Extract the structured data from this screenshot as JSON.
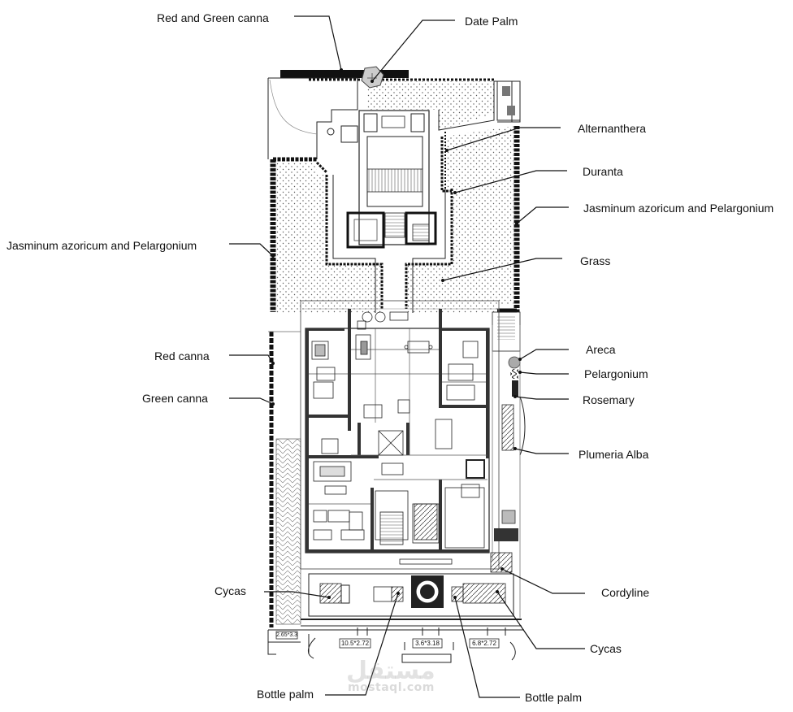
{
  "labels": {
    "red_green_canna": "Red and Green canna",
    "date_palm": "Date Palm",
    "alternanthera": "Alternanthera",
    "duranta": "Duranta",
    "jasminum_right": "Jasminum azoricum and Pelargonium",
    "jasminum_left": "Jasminum azoricum and Pelargonium",
    "grass": "Grass",
    "red_canna": "Red canna",
    "areca": "Areca",
    "pelargonium": "Pelargonium",
    "green_canna": "Green canna",
    "rosemary": "Rosemary",
    "plumeria_alba": "Plumeria Alba",
    "cycas_left": "Cycas",
    "cordyline": "Cordyline",
    "cycas_right": "Cycas",
    "bottle_palm_left": "Bottle palm",
    "bottle_palm_right": "Bottle palm"
  },
  "dimensions": {
    "d1": "10.5*2.72",
    "d2": "3.6*3.18",
    "d3": "6.8*2.72",
    "d4": "2.65*3.3"
  },
  "watermark": {
    "arabic": "مستقل",
    "latin": "mostaql.com"
  },
  "colors": {
    "line": "#111111",
    "hatch": "#444444"
  }
}
